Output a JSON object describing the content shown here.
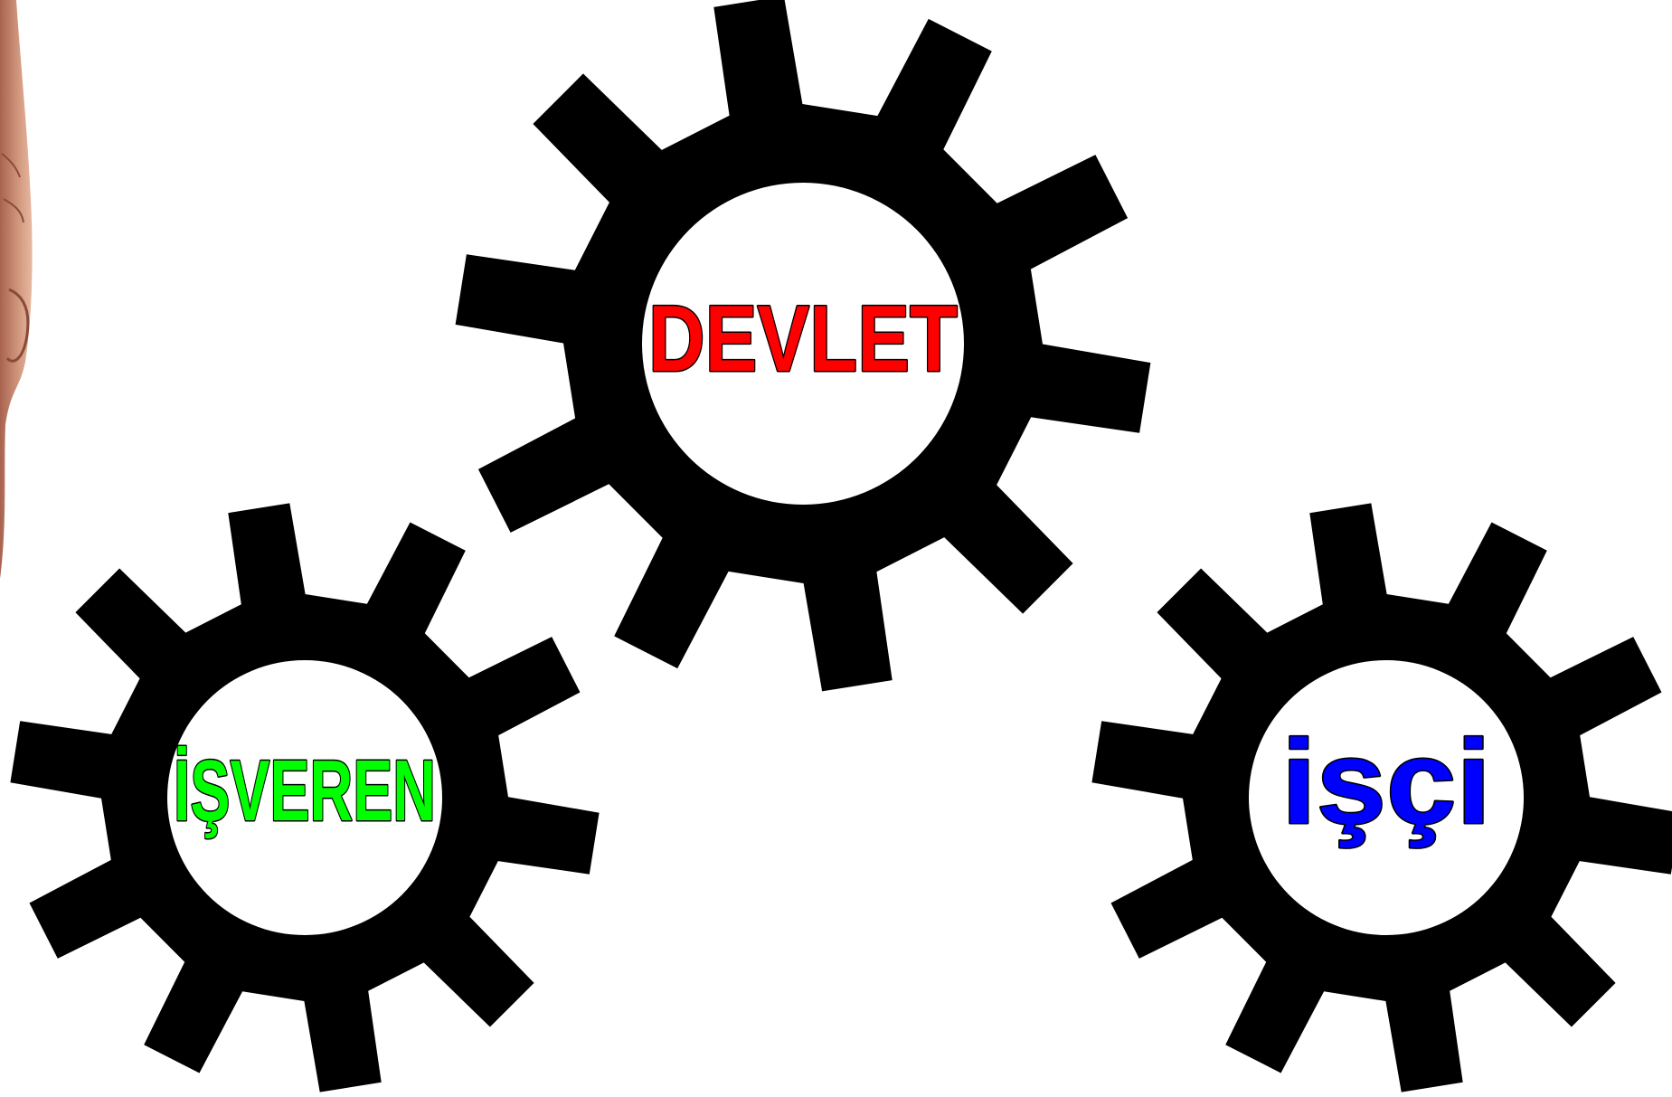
{
  "colors": {
    "background": "#ffffff",
    "gear_fill": "#000000",
    "gear_hub": "#ffffff",
    "text_outline": "#000000",
    "hand_skin": "#c98a72"
  },
  "decorations": {
    "left_edge": "partial-hand-photo"
  },
  "gears": [
    {
      "id": "devlet",
      "label": "DEVLET",
      "color": "#ff0000",
      "teeth": 10
    },
    {
      "id": "isveren",
      "label": "İŞVEREN",
      "color": "#00ff00",
      "teeth": 10
    },
    {
      "id": "isci",
      "label": "işçi",
      "color": "#0000ff",
      "teeth": 10
    }
  ]
}
